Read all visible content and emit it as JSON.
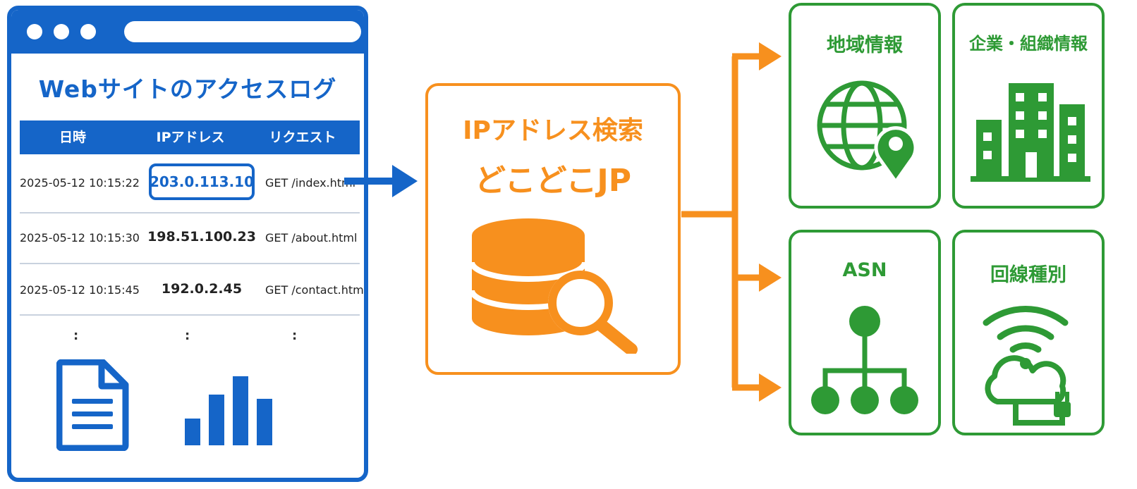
{
  "access_log": {
    "title": "Webサイトのアクセスログ",
    "columns": [
      "日時",
      "IPアドレス",
      "リクエスト"
    ],
    "rows": [
      {
        "datetime": "2025-05-12 10:15:22",
        "ip": "203.0.113.10",
        "request": "GET /index.html",
        "highlighted": true
      },
      {
        "datetime": "2025-05-12 10:15:30",
        "ip": "198.51.100.23",
        "request": "GET /about.html",
        "highlighted": false
      },
      {
        "datetime": "2025-05-12 10:15:45",
        "ip": "192.0.2.45",
        "request": "GET /contact.html",
        "highlighted": false
      }
    ],
    "ellipsis": ":"
  },
  "search_service": {
    "line1": "IPアドレス検索",
    "line2": "どこどこJP"
  },
  "results": [
    {
      "label": "地域情報",
      "icon": "globe-pin-icon"
    },
    {
      "label": "企業・組織情報",
      "icon": "office-building-icon"
    },
    {
      "label": "ASN",
      "icon": "network-tree-icon"
    },
    {
      "label": "回線種別",
      "icon": "wifi-cloud-plug-icon"
    }
  ],
  "colors": {
    "log_blue": "#1565c8",
    "search_orange": "#f7901e",
    "result_green": "#2e9a35"
  }
}
